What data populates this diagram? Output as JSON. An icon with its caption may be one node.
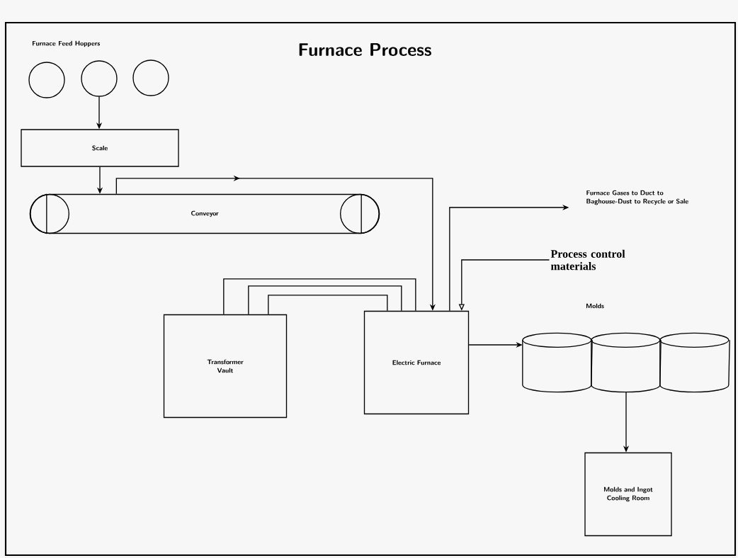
{
  "diagram": {
    "title": "Furnace Process",
    "nodes": [
      {
        "text": [],
        "shape": "circle"
      },
      {
        "text": [],
        "shape": "circle"
      },
      {
        "text": [],
        "shape": "circle"
      },
      {
        "text": [
          "Scale"
        ]
      },
      {
        "text": [
          "Conveyor"
        ]
      },
      {
        "text": [
          "Transformer Vault"
        ]
      },
      {
        "text": [
          "Electric Furnace"
        ]
      },
      {
        "text": [
          "Furnace Gases to Duct to Baghouse-Dust to Recycle or Sale"
        ]
      },
      {
        "text": [
          "Process control materials"
        ]
      },
      {
        "text": [],
        "shape": "cylinder"
      },
      {
        "text": [],
        "shape": "cylinder"
      },
      {
        "text": [],
        "shape": "cylinder"
      },
      {
        "text": [
          "Molds and Ingot Cooling Room"
        ]
      }
    ],
    "edges": [
      {
        "from": 1,
        "to": 3,
        "arrow": "to"
      },
      {
        "from": 3,
        "to": 4,
        "arrow": "to"
      },
      {
        "from": 4,
        "to": 6,
        "arrow": "to"
      },
      {
        "from": 6,
        "to": 7,
        "arrow": "to"
      },
      {
        "from": 8,
        "to": 6,
        "arrow": "to"
      },
      {
        "from": 5,
        "to": 6,
        "arrow": "none"
      },
      {
        "from": 5,
        "to": 6,
        "arrow": "none"
      },
      {
        "from": 5,
        "to": 6,
        "arrow": "none"
      },
      {
        "from": 6,
        "to": 9,
        "arrow": "to"
      },
      {
        "from": 10,
        "to": 12,
        "arrow": "to"
      }
    ],
    "labels": [
      "Furnace Feed Hoppers",
      "Molds"
    ]
  }
}
